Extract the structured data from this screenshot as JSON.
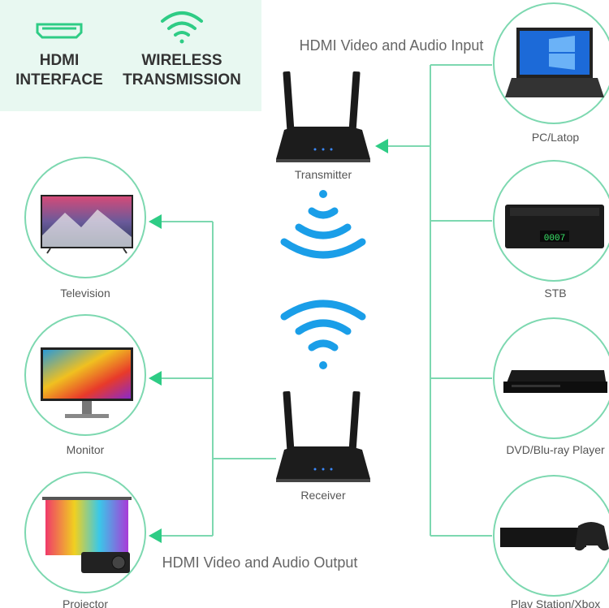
{
  "features": [
    {
      "icon": "hdmi-port-icon",
      "line1": "HDMI",
      "line2": "INTERFACE"
    },
    {
      "icon": "wifi-icon",
      "line1": "WIRELESS",
      "line2": "TRANSMISSION"
    }
  ],
  "input_title": "HDMI Video and Audio Input",
  "output_title": "HDMI Video and Audio Output",
  "transmitter": "Transmitter",
  "receiver": "Receiver",
  "outputs": [
    "Television",
    "Monitor",
    "Projector"
  ],
  "inputs": [
    "PC/Latop",
    "STB",
    "DVD/Blu-ray Player",
    "Play Station/Xbox"
  ],
  "stb_display": "0007",
  "colors": {
    "accent": "#2ecc85",
    "line": "#7dd8b0",
    "wifi": "#1a9ee8",
    "panel": "#e8f8f1"
  }
}
